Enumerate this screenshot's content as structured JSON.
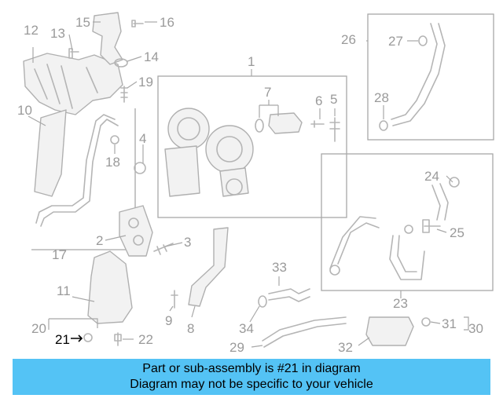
{
  "callouts": {
    "n1": "1",
    "n2": "2",
    "n3": "3",
    "n4": "4",
    "n5": "5",
    "n6": "6",
    "n7": "7",
    "n8": "8",
    "n9": "9",
    "n10": "10",
    "n11": "11",
    "n12": "12",
    "n13": "13",
    "n14": "14",
    "n15": "15",
    "n16": "16",
    "n17": "17",
    "n18": "18",
    "n19": "19",
    "n20": "20",
    "n21": "21",
    "n22": "22",
    "n23": "23",
    "n24": "24",
    "n25": "25",
    "n26": "26",
    "n27": "27",
    "n28": "28",
    "n29": "29",
    "n30": "30",
    "n31": "31",
    "n32": "32",
    "n33": "33",
    "n34": "34"
  },
  "highlighted_part": "21",
  "banner": {
    "line1": "Part or sub-assembly is #21 in diagram",
    "line2": "Diagram may not be specific to your vehicle"
  },
  "colors": {
    "banner_bg": "#54c3f5",
    "callout_text": "#9a9a9a",
    "highlight_text": "#000000"
  }
}
